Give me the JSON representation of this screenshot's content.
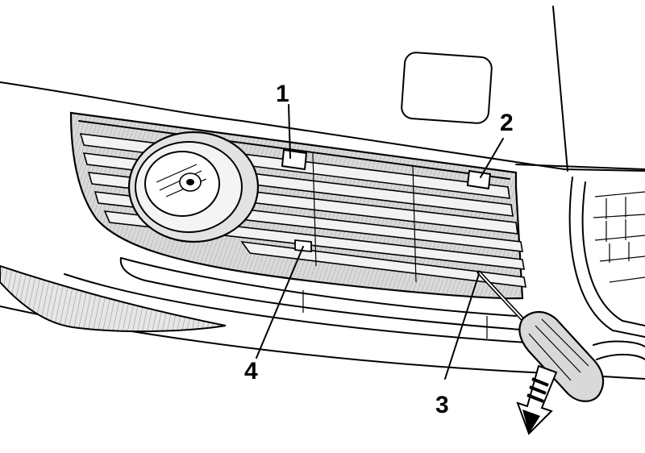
{
  "callouts": [
    {
      "id": "1",
      "label": "1"
    },
    {
      "id": "2",
      "label": "2"
    },
    {
      "id": "3",
      "label": "3"
    },
    {
      "id": "4",
      "label": "4"
    }
  ],
  "colors": {
    "ink": "#000000",
    "paper": "#ffffff",
    "grille": "#dcdcdc",
    "shade": "#cfcfcf",
    "tool": "#d9d9d9"
  }
}
